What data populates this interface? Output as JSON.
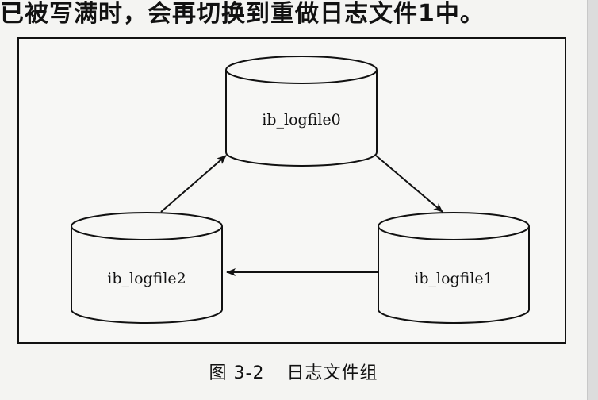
{
  "header": {
    "top_text": "已被写满时，会再切换到重做日志文件1中。"
  },
  "diagram": {
    "nodes": [
      {
        "id": "logfile0",
        "label": "ib_logfile0"
      },
      {
        "id": "logfile1",
        "label": "ib_logfile1"
      },
      {
        "id": "logfile2",
        "label": "ib_logfile2"
      }
    ],
    "edges": [
      {
        "from": "logfile0",
        "to": "logfile1"
      },
      {
        "from": "logfile1",
        "to": "logfile2"
      },
      {
        "from": "logfile2",
        "to": "logfile0"
      }
    ]
  },
  "caption": {
    "number": "图 3-2",
    "title": "日志文件组"
  }
}
